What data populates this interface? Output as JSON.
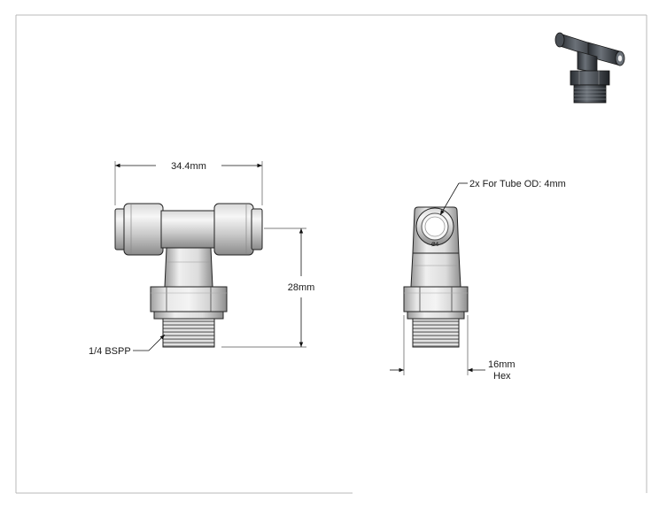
{
  "drawing": {
    "dimensions": {
      "overall_width": "34.4mm",
      "overall_height": "28mm",
      "thread": "1/4 BSPP",
      "tube_note": "2x For Tube OD: 4mm",
      "hex_size": "16mm",
      "hex_label": "Hex",
      "port_marking": "Ø4"
    }
  }
}
